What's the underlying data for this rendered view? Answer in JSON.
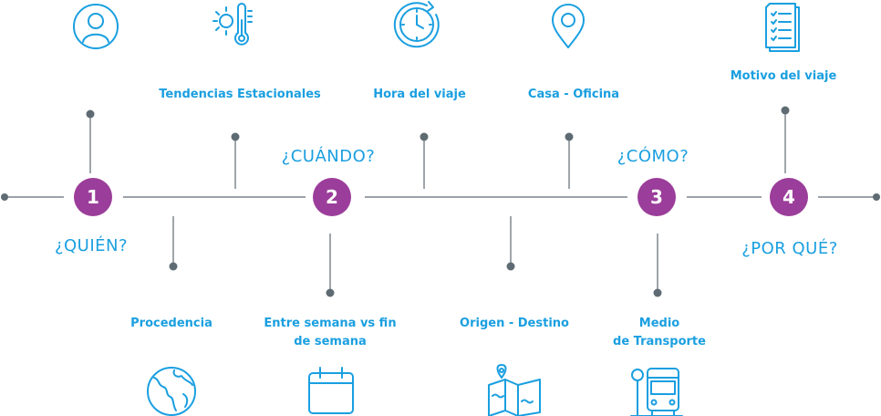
{
  "steps": [
    {
      "number": "1",
      "question": "¿QUIÉN?"
    },
    {
      "number": "2",
      "question": "¿CUÁNDO?"
    },
    {
      "number": "3",
      "question": "¿CÓMO?"
    },
    {
      "number": "4",
      "question": "¿POR QUÉ?"
    }
  ],
  "labels": {
    "tendencias": "Tendencias Estacionales",
    "hora": "Hora del viaje",
    "casa": "Casa - Oficina",
    "motivo": "Motivo del viaje",
    "procedencia": "Procedencia",
    "entre_semana_1": "Entre semana vs fin",
    "entre_semana_2": "de semana",
    "origen": "Origen - Destino",
    "medio_1": "Medio",
    "medio_2": "de Transporte"
  },
  "icons": {
    "user": "user-icon",
    "temperature": "sun-thermometer-icon",
    "clock": "clock-icon",
    "location": "location-pin-icon",
    "checklist": "checklist-icon",
    "globe": "globe-icon",
    "calendar": "calendar-icon",
    "map": "map-icon",
    "transport": "bus-stop-icon"
  },
  "colors": {
    "accent": "#1a9fe0",
    "step": "#9b3d9a",
    "line": "#5f6b73"
  }
}
